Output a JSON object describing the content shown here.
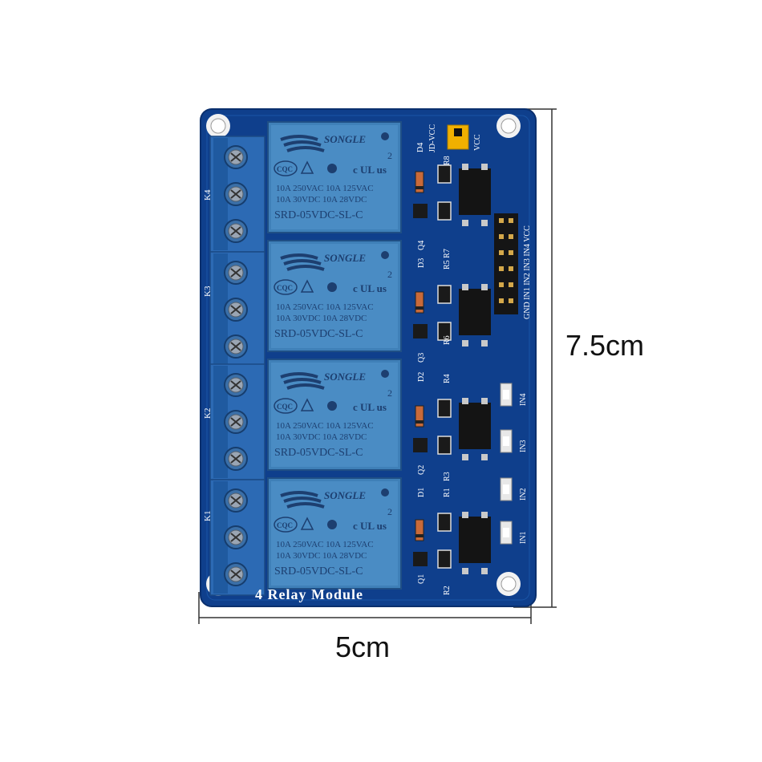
{
  "dimensions": {
    "width": "5cm",
    "height": "7.5cm"
  },
  "board": {
    "title": "4 Relay Module",
    "colors": {
      "pcb": "#0f3f8c",
      "relay": "#3f80b8",
      "terminal": "#2c6ab4",
      "jumper": "#f0b000"
    }
  },
  "relay": {
    "brand": "SONGLE",
    "cert": "CQC",
    "pin_count": "2",
    "ul": "c UL us",
    "rating_1": "10A 250VAC  10A 125VAC",
    "rating_2": "10A  30VDC  10A  28VDC",
    "model": "SRD-05VDC-SL-C"
  },
  "relay_labels": [
    "K4",
    "K3",
    "K2",
    "K1"
  ],
  "header": {
    "label": "GND IN1 IN2 IN3 IN4 VCC"
  },
  "jumper": {
    "label_left": "JD-VCC",
    "label_right": "VCC"
  },
  "leds": [
    "IN4",
    "IN3",
    "IN2",
    "IN1"
  ],
  "silkscreen": {
    "d4": "D4",
    "r8": "R8",
    "q4": "Q4",
    "d3": "D3",
    "r5r7": "R5 R7",
    "q3": "Q3",
    "r6": "R6",
    "d2": "D2",
    "r4": "R4",
    "q2": "Q2",
    "r3": "R3",
    "d1": "D1",
    "r1": "R1",
    "q1": "Q1",
    "r2": "R2"
  }
}
